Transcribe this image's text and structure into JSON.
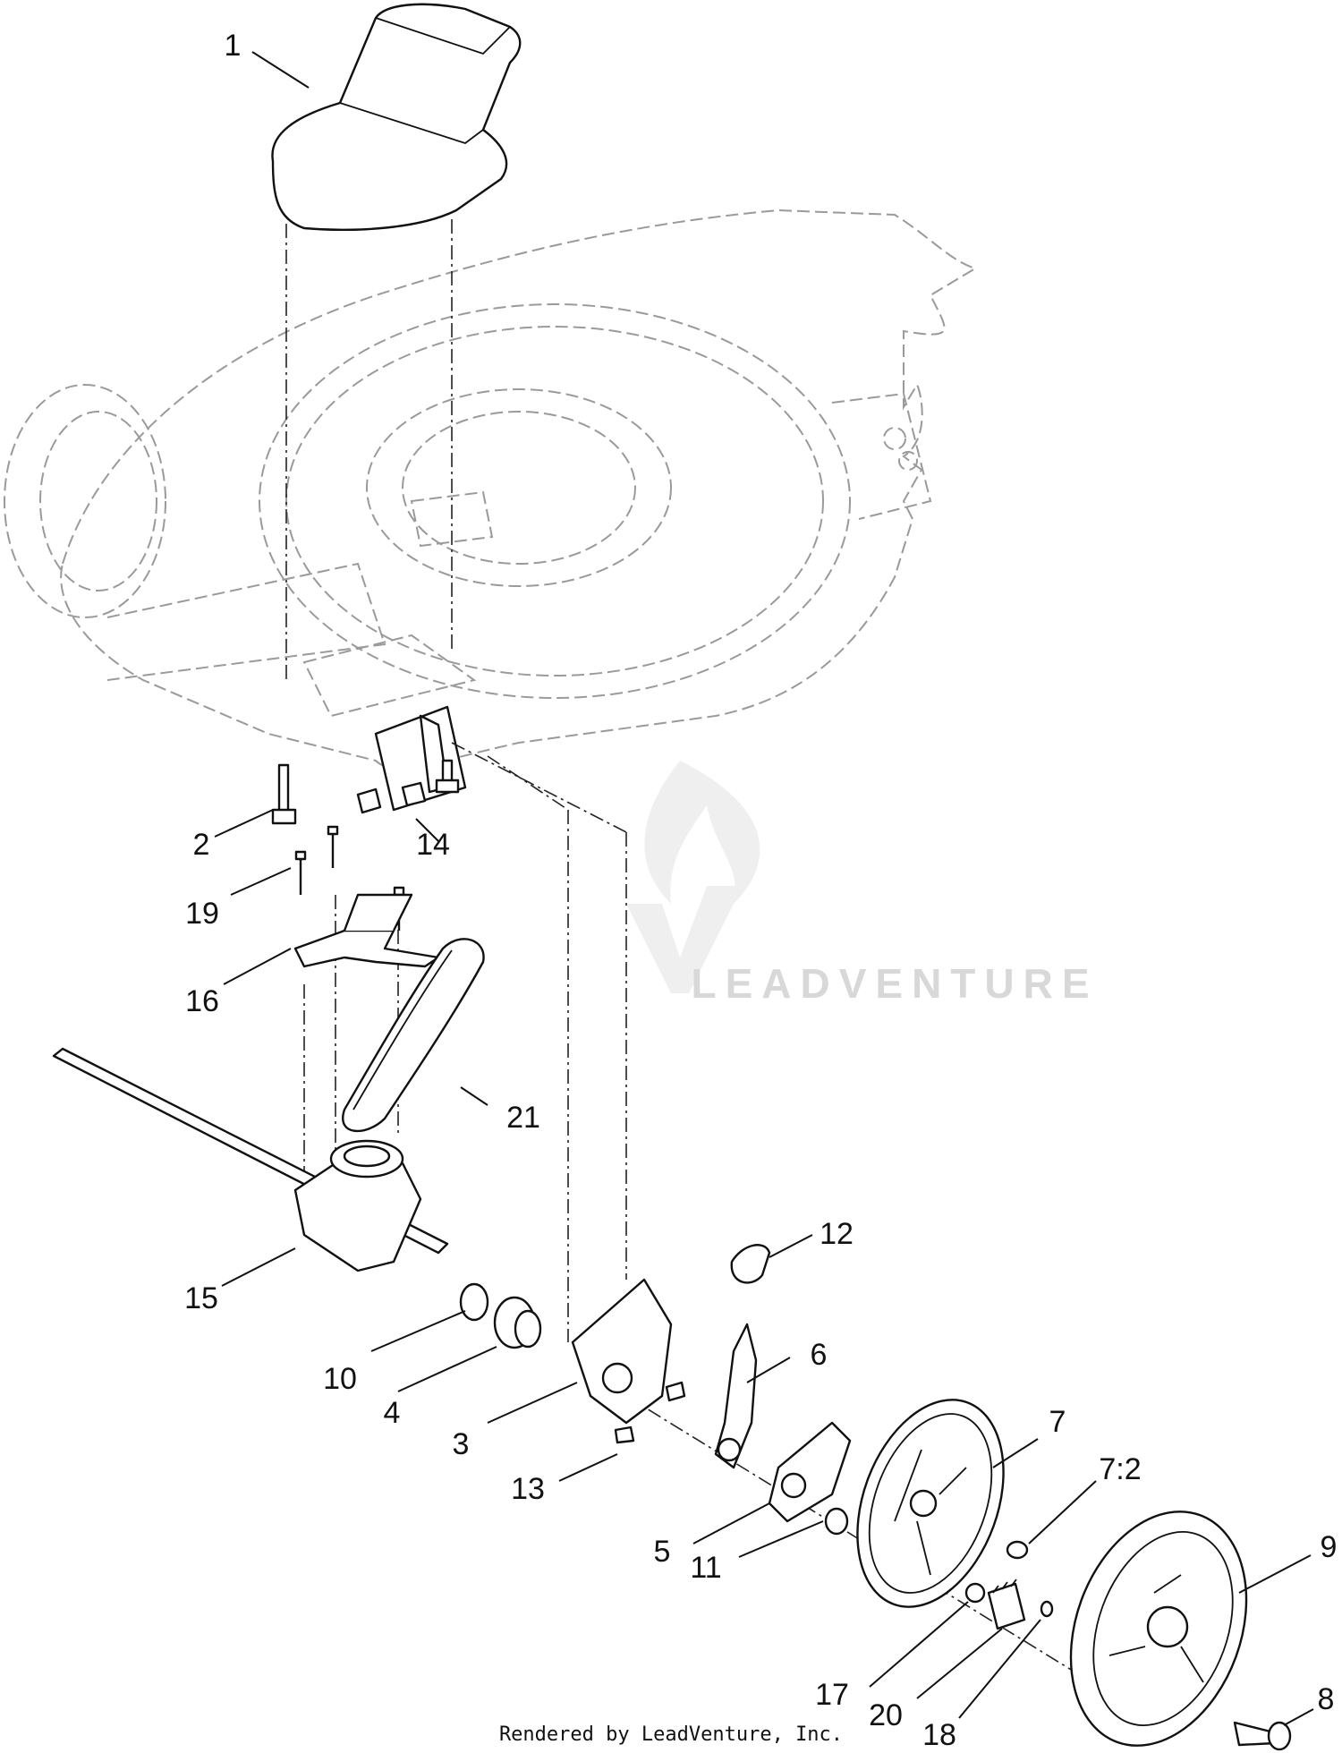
{
  "callouts": {
    "c1": "1",
    "c2": "2",
    "c3": "3",
    "c4": "4",
    "c5": "5",
    "c6": "6",
    "c7": "7",
    "c7_2": "7:2",
    "c8": "8",
    "c9": "9",
    "c10": "10",
    "c11": "11",
    "c12": "12",
    "c13": "13",
    "c14": "14",
    "c15": "15",
    "c16": "16",
    "c17": "17",
    "c18": "18",
    "c19": "19",
    "c20": "20",
    "c21": "21"
  },
  "watermark": "LEADVENTURE",
  "footer": "Rendered by LeadVenture, Inc.",
  "colors": {
    "ink": "#111111",
    "ghost": "#9a9a9a",
    "watermark": "#d8d8d8"
  }
}
